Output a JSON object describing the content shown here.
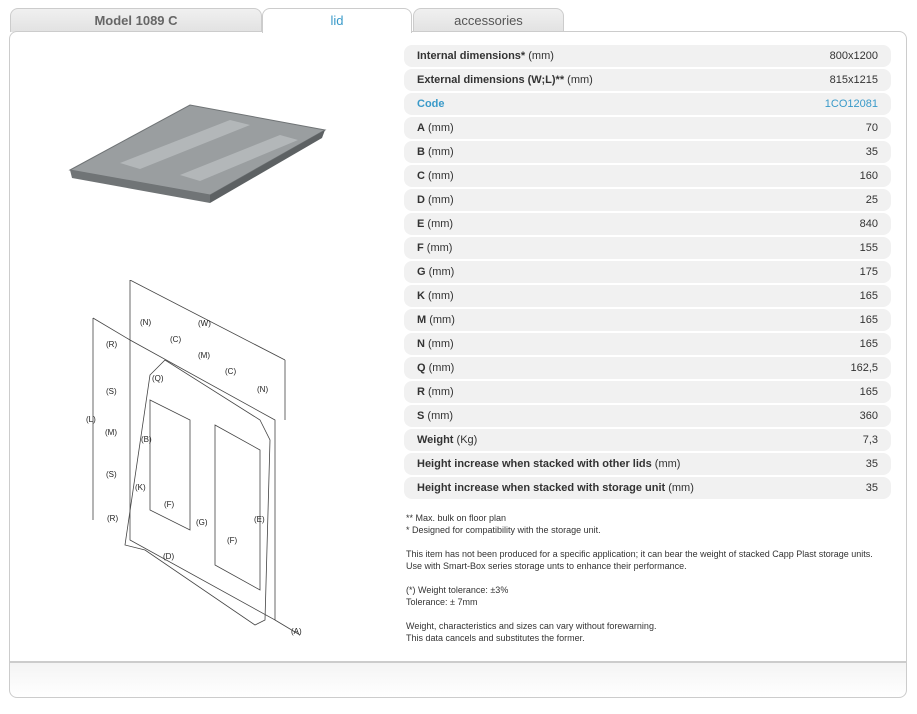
{
  "tabs": [
    {
      "label": "Model 1089 C"
    },
    {
      "label": "lid"
    },
    {
      "label": "accessories"
    }
  ],
  "specs": [
    {
      "name": "Internal dimensions*",
      "unit": "(mm)",
      "value": "800x1200"
    },
    {
      "name": "External dimensions (W;L)**",
      "unit": "(mm)",
      "value": "815x1215"
    },
    {
      "name": "Code",
      "unit": "",
      "value": "1CO12081"
    },
    {
      "name": "A",
      "unit": "(mm)",
      "value": "70"
    },
    {
      "name": "B",
      "unit": "(mm)",
      "value": "35"
    },
    {
      "name": "C",
      "unit": "(mm)",
      "value": "160"
    },
    {
      "name": "D",
      "unit": "(mm)",
      "value": "25"
    },
    {
      "name": "E",
      "unit": "(mm)",
      "value": "840"
    },
    {
      "name": "F",
      "unit": "(mm)",
      "value": "155"
    },
    {
      "name": "G",
      "unit": "(mm)",
      "value": "175"
    },
    {
      "name": "K",
      "unit": "(mm)",
      "value": "165"
    },
    {
      "name": "M",
      "unit": "(mm)",
      "value": "165"
    },
    {
      "name": "N",
      "unit": "(mm)",
      "value": "165"
    },
    {
      "name": "Q",
      "unit": "(mm)",
      "value": "162,5"
    },
    {
      "name": "R",
      "unit": "(mm)",
      "value": "165"
    },
    {
      "name": "S",
      "unit": "(mm)",
      "value": "360"
    },
    {
      "name": "Weight",
      "unit": "(Kg)",
      "value": "7,3"
    },
    {
      "name": "Height increase when stacked with other lids",
      "unit": "(mm)",
      "value": "35"
    },
    {
      "name": "Height increase when stacked with storage unit",
      "unit": "(mm)",
      "value": "35"
    }
  ],
  "notes": {
    "n1": "** Max. bulk on floor plan",
    "n2": "* Designed for compatibility with the storage unit.",
    "n3": "This item has not been produced for a specific application; it can bear the weight of stacked Capp Plast storage units.",
    "n4": "Use with Smart-Box series storage unts to enhance their performance.",
    "n5": "(*) Weight tolerance: ±3%",
    "n6": "Tolerance:  ± 7mm",
    "n7": "Weight, characteristics and sizes can vary without forewarning.",
    "n8": "This data cancels and substitutes the former."
  },
  "diagram_labels": [
    "(N)",
    "(W)",
    "(C)",
    "(M)",
    "(R)",
    "(Q)",
    "(C)",
    "(N)",
    "(S)",
    "(L)",
    "(M)",
    "(B)",
    "(S)",
    "(K)",
    "(F)",
    "(G)",
    "(E)",
    "(R)",
    "(F)",
    "(D)",
    "(A)"
  ]
}
